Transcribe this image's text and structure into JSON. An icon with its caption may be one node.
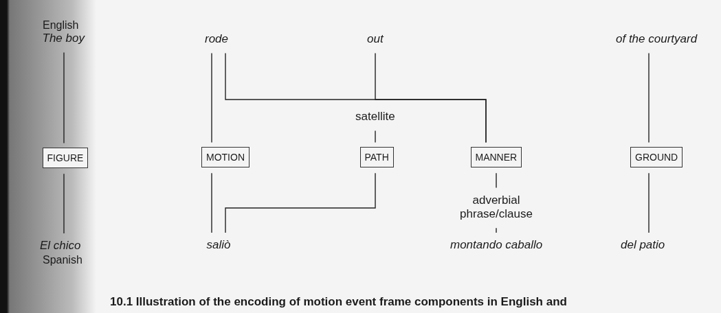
{
  "diagram": {
    "caption": "10.1 Illustration of the encoding of motion event frame components in English and",
    "nodes": [
      {
        "text": [
          "The boy"
        ]
      },
      {
        "text": [
          "rode"
        ]
      },
      {
        "text": [
          "out"
        ]
      },
      {
        "text": [
          "of the courtyard"
        ]
      },
      {
        "text": [
          "satellite"
        ]
      },
      {
        "text": [
          "FIGURE"
        ]
      },
      {
        "text": [
          "MOTION"
        ]
      },
      {
        "text": [
          "PATH"
        ]
      },
      {
        "text": [
          "MANNER"
        ]
      },
      {
        "text": [
          "GROUND"
        ]
      },
      {
        "text": [
          "adverbial phrase/clause"
        ]
      },
      {
        "text": [
          "El chico"
        ]
      },
      {
        "text": [
          "saliò"
        ]
      },
      {
        "text": [
          "montando caballo"
        ]
      },
      {
        "text": [
          "del patio"
        ]
      }
    ],
    "edges": [
      {
        "from": 0,
        "to": 5,
        "arrow": "none"
      },
      {
        "from": 5,
        "to": 11,
        "arrow": "none"
      },
      {
        "from": 1,
        "to": 6,
        "arrow": "none"
      },
      {
        "from": 6,
        "to": 12,
        "arrow": "none"
      },
      {
        "from": 1,
        "to": 8,
        "arrow": "none"
      },
      {
        "from": 2,
        "to": 8,
        "arrow": "none"
      },
      {
        "from": 4,
        "to": 7,
        "arrow": "none"
      },
      {
        "from": 7,
        "to": 12,
        "arrow": "none"
      },
      {
        "from": 8,
        "to": 10,
        "arrow": "none"
      },
      {
        "from": 10,
        "to": 13,
        "arrow": "none"
      },
      {
        "from": 3,
        "to": 9,
        "arrow": "none"
      },
      {
        "from": 9,
        "to": 14,
        "arrow": "none"
      }
    ],
    "labels": [
      "English",
      "Spanish"
    ]
  }
}
